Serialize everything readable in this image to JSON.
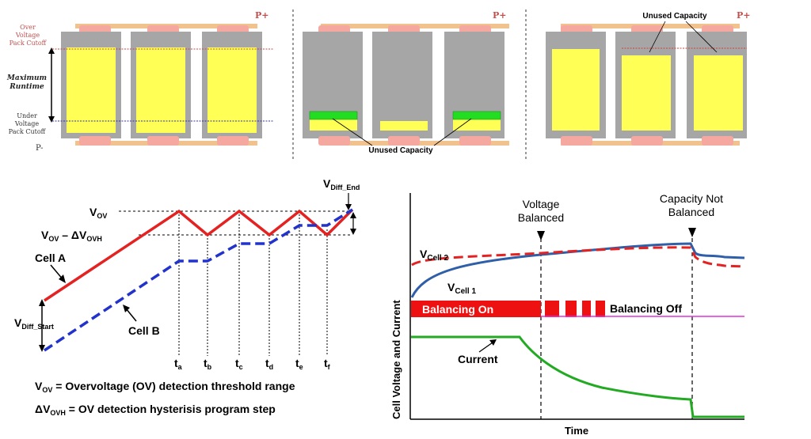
{
  "top_panels": {
    "left": {
      "p_plus": "P+",
      "p_minus": "P-",
      "over_voltage_label": [
        "Over",
        "Voltage",
        "Pack Cutoff"
      ],
      "maximum_runtime_label": [
        "Maximum",
        "Runtime"
      ],
      "under_voltage_label": [
        "Under",
        "Voltage",
        "Pack Cutoff"
      ]
    },
    "middle": {
      "p_plus": "P+",
      "unused_capacity_label": "Unused Capacity"
    },
    "right": {
      "p_plus": "P+",
      "unused_capacity_label": "Unused Capacity"
    },
    "colors": {
      "cell_case": "#a6a6a6",
      "cell_fill": "#ffff55",
      "terminal": "#f4a8a0",
      "wire": "#f1c28e",
      "unused": "#22dd22",
      "cutoff_line_over": "#cc4444",
      "cutoff_line_under": "#333399"
    }
  },
  "ov_diagram": {
    "v_diff_end": [
      "V",
      "Diff_End"
    ],
    "v_ov": [
      "V",
      "OV"
    ],
    "v_ov_minus": [
      "V",
      "OV",
      " – ΔV",
      "OVH"
    ],
    "cell_a": "Cell A",
    "cell_b": "Cell B",
    "v_diff_start": [
      "V",
      "Diff_Start"
    ],
    "time_ticks": [
      [
        "t",
        "a"
      ],
      [
        "t",
        "b"
      ],
      [
        "t",
        "c"
      ],
      [
        "t",
        "d"
      ],
      [
        "t",
        "e"
      ],
      [
        "t",
        "f"
      ]
    ],
    "legend_line1": [
      "V",
      "OV",
      " = Overvoltage (OV) detection threshold range"
    ],
    "legend_line2": [
      "ΔV",
      "OVH",
      " = OV detection hysterisis program step"
    ],
    "colors": {
      "cell_a": "#e52222",
      "cell_b": "#2233cc"
    }
  },
  "balance_chart": {
    "y_axis_label": "Cell Voltage and Current",
    "x_axis_label": "Time",
    "voltage_balanced": [
      "Voltage",
      "Balanced"
    ],
    "capacity_not_balanced": [
      "Capacity Not",
      "Balanced"
    ],
    "v_cell2": [
      "V",
      "Cell 2"
    ],
    "v_cell1": [
      "V",
      "Cell 1"
    ],
    "balancing_on": "Balancing On",
    "balancing_off": "Balancing Off",
    "current": "Current",
    "colors": {
      "v_cell1": "#2e5fa8",
      "v_cell2": "#e52222",
      "balancing_bar": "#ee1111",
      "off_line": "#dd33dd",
      "current": "#22aa22"
    }
  }
}
